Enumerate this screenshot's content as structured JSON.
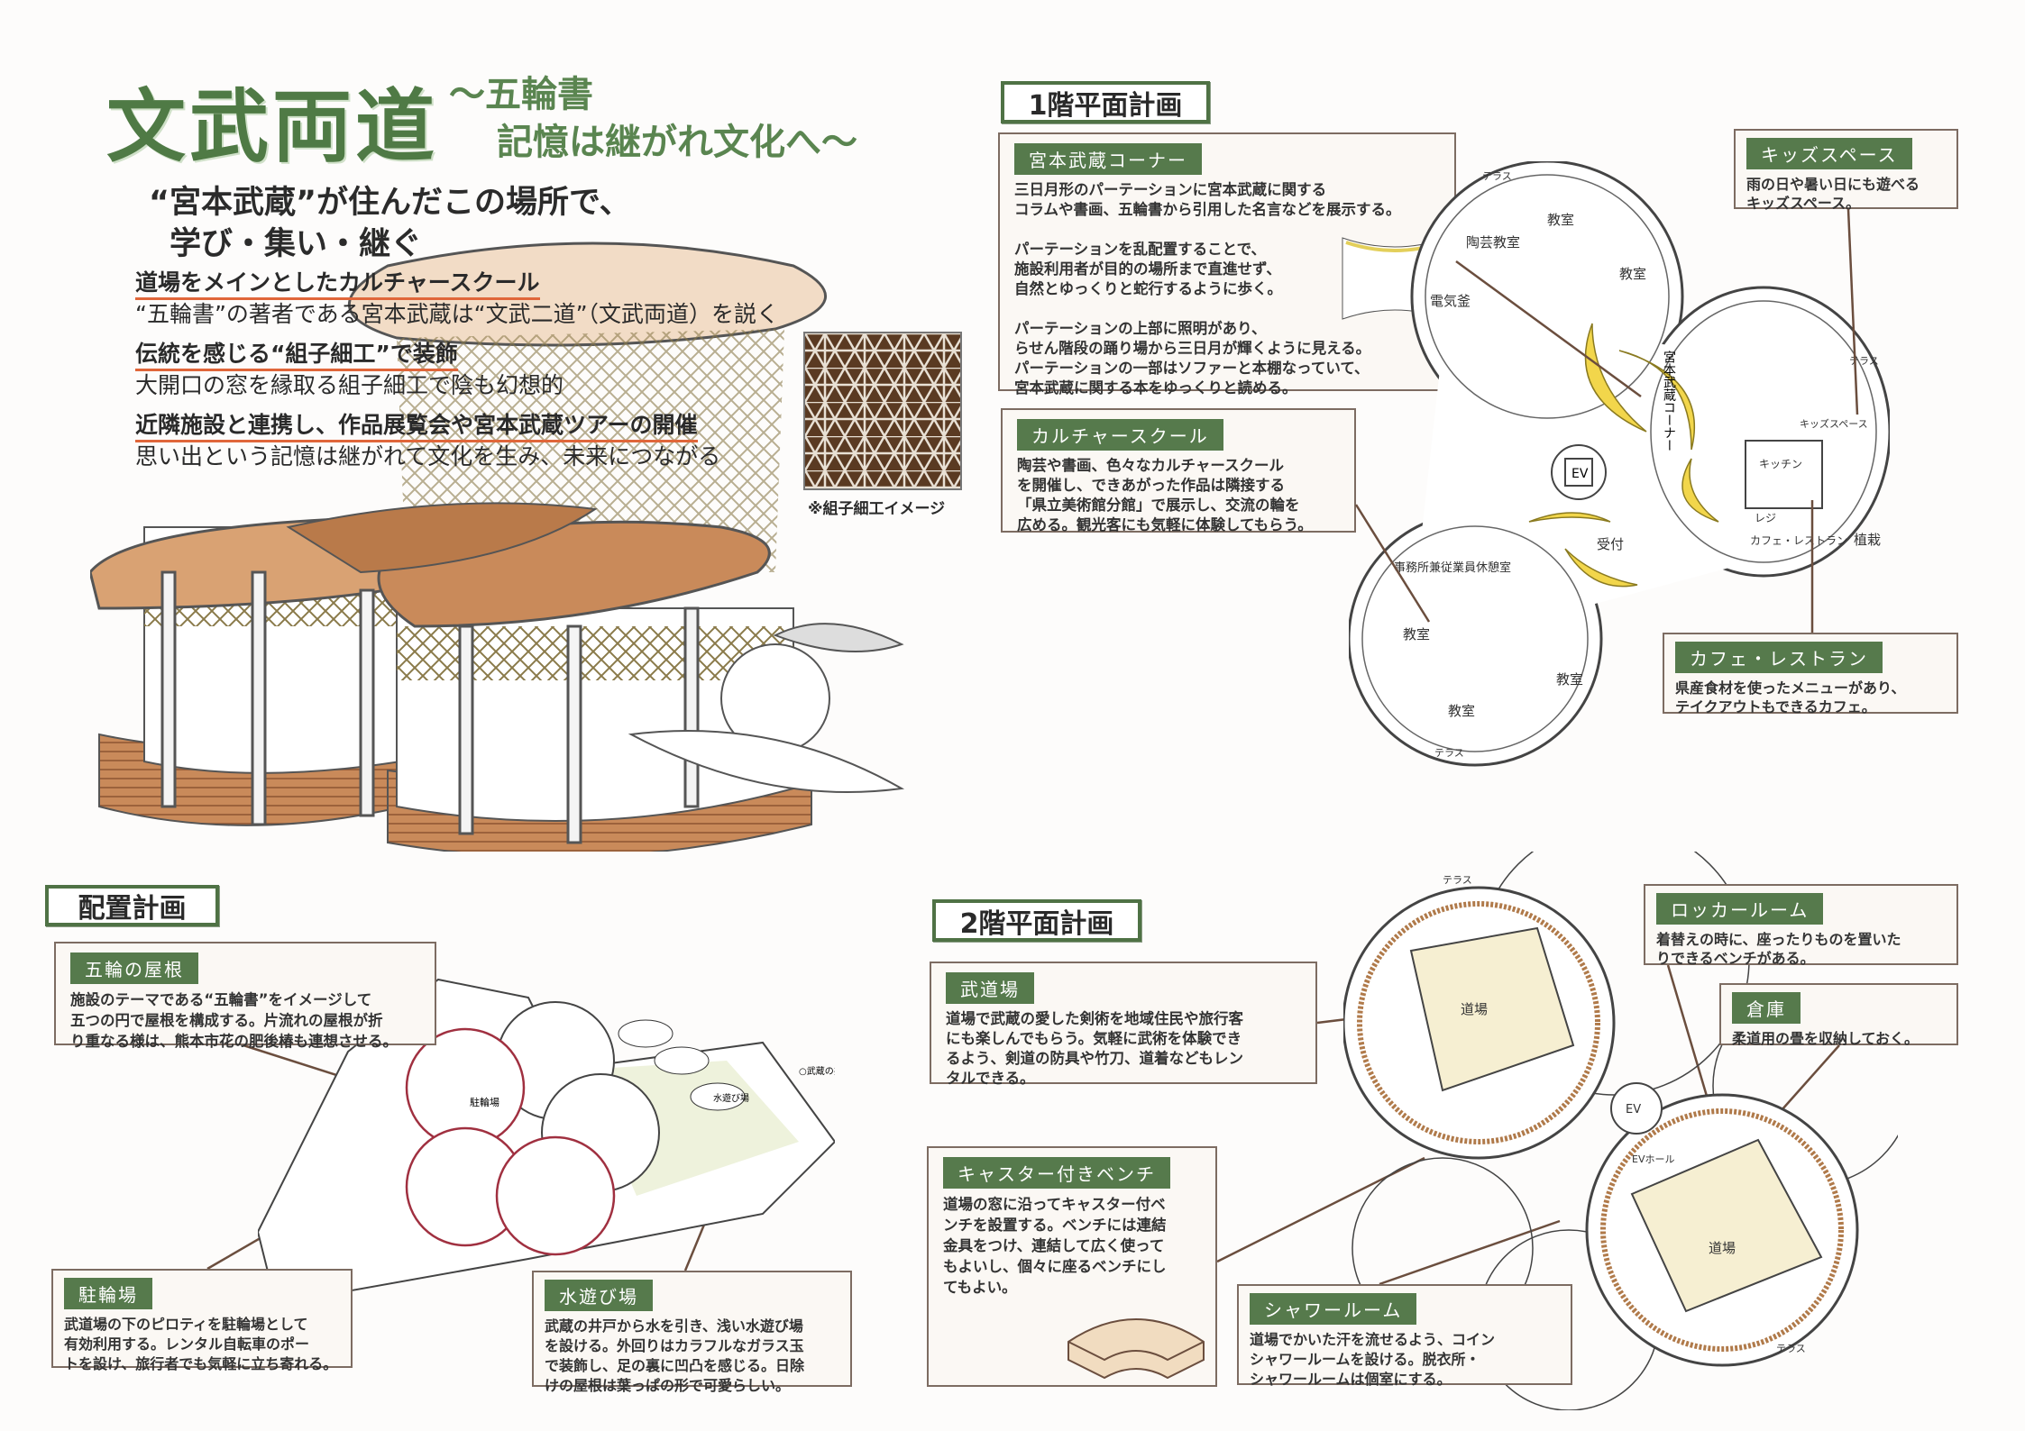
{
  "title": {
    "main": "文武両道",
    "sub1": "〜五輪書",
    "sub2": "記憶は継がれ文化へ〜"
  },
  "tagline": {
    "line1": "“宮本武蔵”が住んだこの場所で、",
    "line2": "学び・集い・継ぐ"
  },
  "points": [
    {
      "heading": "道場をメインとしたカルチャースクール",
      "body": "“五輪書”の著者である宮本武蔵は“文武二道”（文武両道）を説く"
    },
    {
      "heading": "伝統を感じる“組子細工”で装飾",
      "body": "大開口の窓を縁取る組子細工で陰も幻想的"
    },
    {
      "heading": "近隣施設と連携し、作品展覧会や宮本武蔵ツアーの開催",
      "body": "思い出という記憶は継がれて文化を生み、未来につながる"
    }
  ],
  "kumiko_caption": "※組子細工イメージ",
  "floor1": {
    "heading": "1階平面計画",
    "musashi_corner": {
      "label": "宮本武蔵コーナー",
      "text": "三日月形のパーテーションに宮本武蔵に関する\nコラムや書画、五輪書から引用した名言などを展示する。\n\nパーテーションを乱配置することで、\n施設利用者が目的の場所まで直進せず、\n自然とゆっくりと蛇行するように歩く。\n\nパーテーションの上部に照明があり、\nらせん階段の踊り場から三日月が輝くように見える。\nパーテーションの一部はソファーと本棚なっていて、\n宮本武蔵に関する本をゆっくりと読める。"
    },
    "culture_school": {
      "label": "カルチャースクール",
      "text": "陶芸や書画、色々なカルチャースクール\nを開催し、できあがった作品は隣接する\n「県立美術館分館」で展示し、交流の輪を\n広める。観光客にも気軽に体験してもらう。"
    },
    "kids_space": {
      "label": "キッズスペース",
      "text": "雨の日や暑い日にも遊べる\nキッズスペース。"
    },
    "cafe": {
      "label": "カフェ・レストラン",
      "text": "県産食材を使ったメニューがあり、\nテイクアウトもできるカフェ。"
    },
    "rooms": {
      "terrace": "テラス",
      "classroom": "教室",
      "pottery": "陶芸教室",
      "kiln": "電気釜",
      "corner": "宮本武蔵コーナー",
      "ev": "EV",
      "reception": "受付",
      "kitchen": "キッチン",
      "register": "レジ",
      "cafe": "カフェ・レストラン",
      "kids": "キッズスペース",
      "planting": "植栽",
      "office": "事務所兼従業員休憩室"
    }
  },
  "site": {
    "heading": "配置計画",
    "roof": {
      "label": "五輪の屋根",
      "text": "施設のテーマである“五輪書”をイメージして\n五つの円で屋根を構成する。片流れの屋根が折\nり重なる様は、熊本市花の肥後椿も連想させる。"
    },
    "bike": {
      "label": "駐輪場",
      "text": "武道場の下のピロティを駐輪場として\n有効利用する。レンタル自転車のポー\nトを設け、旅行者でも気軽に立ち寄れる。"
    },
    "water": {
      "label": "水遊び場",
      "text": "武蔵の井戸から水を引き、浅い水遊び場\nを設ける。外回りはカラフルなガラス玉\nで装飾し、足の裏に凹凸を感じる。日除\nけの屋根は葉っぱの形で可愛らしい。"
    },
    "map_labels": {
      "bike": "駐輪場",
      "water": "水遊び場",
      "well": "○武蔵の井戸"
    }
  },
  "floor2": {
    "heading": "2階平面計画",
    "dojo": {
      "label": "武道場",
      "text": "道場で武蔵の愛した剣術を地域住民や旅行客\nにも楽しんでもらう。気軽に武術を体験でき\nるよう、剣道の防具や竹刀、道着などもレン\nタルできる。"
    },
    "bench": {
      "label": "キャスター付きベンチ",
      "text": "道場の窓に沿ってキャスター付ベ\nンチを設置する。ベンチには連結\n金具をつけ、連結して広く使って\nもよいし、個々に座るベンチにし\nてもよい。"
    },
    "shower": {
      "label": "シャワールーム",
      "text": "道場でかいた汗を流せるよう、コイン\nシャワールームを設ける。脱衣所・\nシャワールームは個室にする。"
    },
    "locker": {
      "label": "ロッカールーム",
      "text": "着替えの時に、座ったりものを置いた\nりできるベンチがある。"
    },
    "storage": {
      "label": "倉庫",
      "text": "柔道用の畳を収納しておく。"
    },
    "rooms": {
      "dojo": "道場",
      "ev": "EV",
      "ev_hall": "EVホール",
      "terrace": "テラス"
    }
  },
  "colors": {
    "green": "#567a4c",
    "accent_line": "#e0663a",
    "wood": "#c98a5a",
    "crescent": "#f2d64b"
  }
}
